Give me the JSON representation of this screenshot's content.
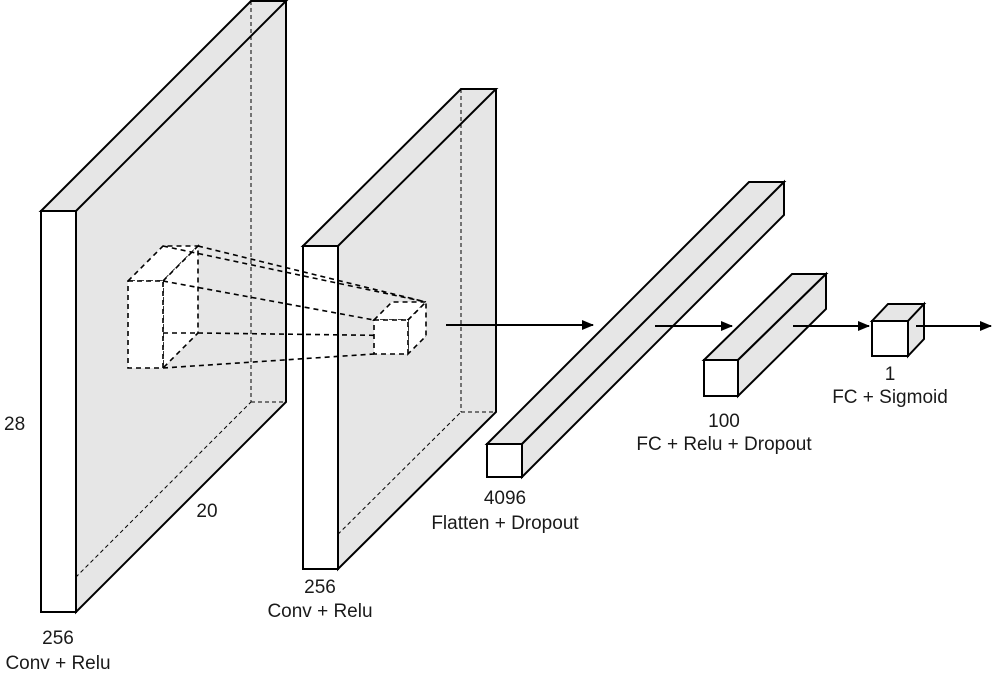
{
  "diagram": {
    "labels": {
      "dim_height": "28",
      "dim_width": "20",
      "layer1_filters": "256",
      "layer1_name": "Conv + Relu",
      "layer2_filters": "256",
      "layer2_name": "Conv + Relu",
      "layer3_units": "4096",
      "layer3_name": "Flatten + Dropout",
      "layer4_units": "100",
      "layer4_name": "FC + Relu + Dropout",
      "layer5_units": "1",
      "layer5_name": "FC + Sigmoid"
    }
  }
}
